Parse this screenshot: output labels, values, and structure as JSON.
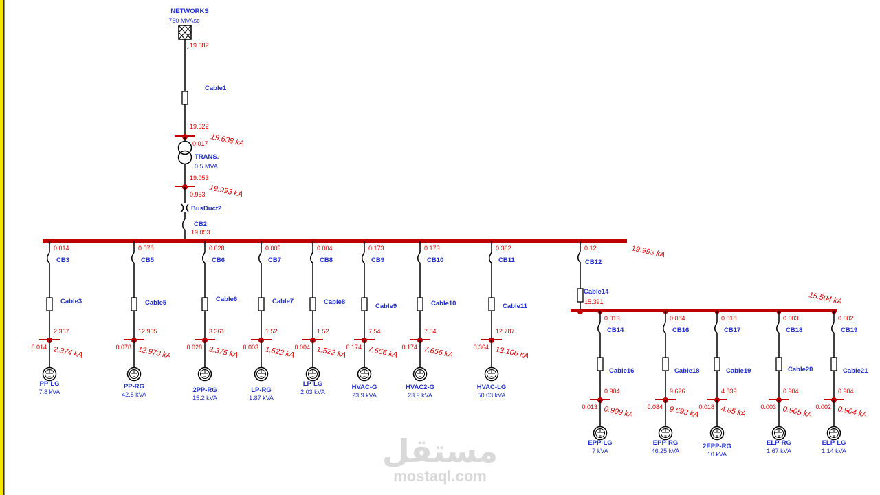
{
  "colors": {
    "bus": "#c00000",
    "node": "#c00000",
    "text_blue": "#1f2fd0",
    "text_red": "#e00000",
    "line": "#000000",
    "border_left": "#f2e600"
  },
  "source": {
    "name": "NETWORKS",
    "rating": "750 MVAsc",
    "value": "19.682"
  },
  "cable1": {
    "name": "Cable1"
  },
  "trans_bus_top": {
    "value": "19.622",
    "ka": "19.638 kA"
  },
  "transformer": {
    "name": "TRANS.",
    "rating": "0.5 MVA",
    "value_top": "0.017"
  },
  "trans_bus_bottom": {
    "value": "19.053",
    "ka": "19.993 kA",
    "value_b": "0.953"
  },
  "busduct": {
    "name": "BusDuct2"
  },
  "cb2": {
    "name": "CB2",
    "value": "19.053"
  },
  "main_bus": {
    "ka": "19.993 kA"
  },
  "sub_bus": {
    "ka": "15.504 kA",
    "feed_value": "15.391"
  },
  "cb12": {
    "name": "CB12",
    "value": "0.12"
  },
  "cable14": {
    "name": "Cable14"
  },
  "feeders": [
    {
      "cb": "CB3",
      "cb_val": "0.014",
      "cable": "Cable3",
      "node_val": "2.367",
      "left_val": "0.014",
      "ka": "2.374 kA",
      "load": "PP-LG",
      "rating": "7.8 kVA"
    },
    {
      "cb": "CB5",
      "cb_val": "0.078",
      "cable": "Cable5",
      "node_val": "12.905",
      "left_val": "0.078",
      "ka": "12.973 kA",
      "load": "PP-RG",
      "rating": "42.8 kVA"
    },
    {
      "cb": "CB6",
      "cb_val": "0.028",
      "cable": "Cable6",
      "node_val": "3.361",
      "left_val": "0.028",
      "ka": "3.375 kA",
      "load": "2PP-RG",
      "rating": "15.2 kVA"
    },
    {
      "cb": "CB7",
      "cb_val": "0.003",
      "cable": "Cable7",
      "node_val": "1.52",
      "left_val": "0.003",
      "ka": "1.522 kA",
      "load": "LP-RG",
      "rating": "1.87 kVA"
    },
    {
      "cb": "CB8",
      "cb_val": "0.004",
      "cable": "Cable8",
      "node_val": "1.52",
      "left_val": "0.004",
      "ka": "1.522 kA",
      "load": "LP-LG",
      "rating": "2.03 kVA"
    },
    {
      "cb": "CB9",
      "cb_val": "0.173",
      "cable": "Cable9",
      "node_val": "7.54",
      "left_val": "0.174",
      "ka": "7.656 kA",
      "load": "HVAC-G",
      "rating": "23.9 kVA"
    },
    {
      "cb": "CB10",
      "cb_val": "0.173",
      "cable": "Cable10",
      "node_val": "7.54",
      "left_val": "0.174",
      "ka": "7.656 kA",
      "load": "HVAC2-G",
      "rating": "23.9 kVA"
    },
    {
      "cb": "CB11",
      "cb_val": "0.362",
      "cable": "Cable11",
      "node_val": "12.787",
      "left_val": "0.364",
      "ka": "13.106 kA",
      "load": "HVAC-LG",
      "rating": "50.03 kVA"
    }
  ],
  "sub_feeders": [
    {
      "cb": "CB14",
      "cb_val": "0.013",
      "cable": "Cable16",
      "node_val": "0.904",
      "left_val": "0.013",
      "ka": "0.909 kA",
      "load": "EPP-LG",
      "rating": "7 kVA"
    },
    {
      "cb": "CB16",
      "cb_val": "0.084",
      "cable": "Cable18",
      "node_val": "9.626",
      "left_val": "0.084",
      "ka": "9.693 kA",
      "load": "EPP-RG",
      "rating": "46.25 kVA"
    },
    {
      "cb": "CB17",
      "cb_val": "0.018",
      "cable": "Cable19",
      "node_val": "4.839",
      "left_val": "0.018",
      "ka": "4.85 kA",
      "load": "2EPP-RG",
      "rating": "10 kVA"
    },
    {
      "cb": "CB18",
      "cb_val": "0.003",
      "cable": "Cable20",
      "node_val": "0.904",
      "left_val": "0.003",
      "ka": "0.905 kA",
      "load": "ELP-RG",
      "rating": "1.67 kVA"
    },
    {
      "cb": "CB19",
      "cb_val": "0.002",
      "cable": "Cable21",
      "node_val": "0.904",
      "left_val": "0.002",
      "ka": "0.904 kA",
      "load": "ELP-LG",
      "rating": "1.14 kVA"
    }
  ],
  "watermark": {
    "arabic": "مستقل",
    "latin": "mostaql.com"
  }
}
